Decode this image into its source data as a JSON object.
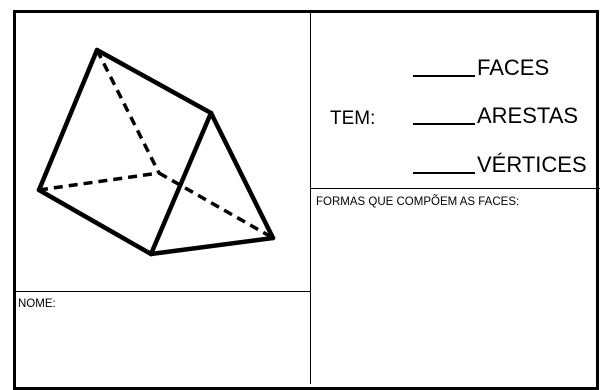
{
  "worksheet": {
    "tem_label": "TEM:",
    "answers": [
      {
        "word": "FACES"
      },
      {
        "word": "ARESTAS"
      },
      {
        "word": "VÉRTICES"
      }
    ],
    "formas_label": "FORMAS QUE COMPÕEM AS FACES:",
    "nome_label": "NOME:"
  },
  "figure": {
    "shape": "triangular-prism",
    "solid_edge_color": "#000000",
    "hidden_edge_style": "dashed"
  }
}
